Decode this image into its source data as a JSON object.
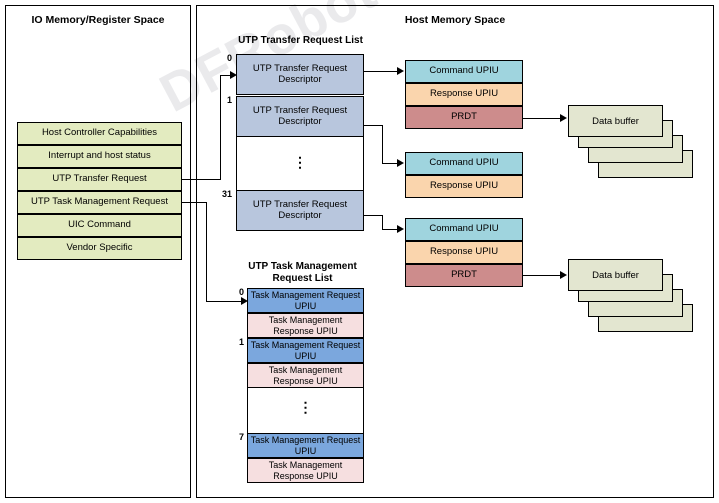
{
  "panels": {
    "io": {
      "title": "IO Memory/Register Space"
    },
    "host": {
      "title": "Host Memory Space"
    }
  },
  "registers": [
    {
      "label": "Host Controller Capabilities"
    },
    {
      "label": "Interrupt and host status"
    },
    {
      "label": "UTP Transfer Request"
    },
    {
      "label": "UTP Task Management Request"
    },
    {
      "label": "UIC Command"
    },
    {
      "label": "Vendor Specific"
    }
  ],
  "transfer_list": {
    "title": "UTP Transfer Request List",
    "descriptor_label": "UTP Transfer Request Descriptor",
    "indices": {
      "first": "0",
      "second": "1",
      "last": "31"
    },
    "ellipsis": "⋮"
  },
  "task_list": {
    "title": "UTP Task Management Request List",
    "title_line1": "UTP Task Management",
    "title_line2": "Request List",
    "request_label": "Task Management Request UPIU",
    "response_label": "Task Management Response UPIU",
    "indices": {
      "first": "0",
      "second": "1",
      "last": "7"
    },
    "ellipsis": "⋮"
  },
  "upiu_groups": [
    {
      "name": "group-top",
      "rows": [
        {
          "label": "Command UPIU",
          "type": "command"
        },
        {
          "label": "Response UPIU",
          "type": "response"
        },
        {
          "label": "PRDT",
          "type": "prdt"
        }
      ]
    },
    {
      "name": "group-middle",
      "rows": [
        {
          "label": "Command UPIU",
          "type": "command"
        },
        {
          "label": "Response UPIU",
          "type": "response"
        }
      ]
    },
    {
      "name": "group-bottom",
      "rows": [
        {
          "label": "Command UPIU",
          "type": "command"
        },
        {
          "label": "Response UPIU",
          "type": "response"
        },
        {
          "label": "PRDT",
          "type": "prdt"
        }
      ]
    }
  ],
  "data_buffers": [
    {
      "label": "Data buffer"
    },
    {
      "label": "Data buffer"
    }
  ],
  "watermark": {
    "text": "DFRobot Mobile Telecommunication"
  },
  "colors": {
    "register_fill": "#e3ebc0",
    "descriptor_fill": "#b8c6dd",
    "command_upiu_fill": "#9fd4de",
    "response_upiu_fill": "#fad5ad",
    "prdt_fill": "#cd8c8c",
    "tm_request_fill": "#7ba7dd",
    "tm_response_fill": "#f6dfe0",
    "data_buffer_fill": "#e3e6d0",
    "border": "#000000"
  }
}
